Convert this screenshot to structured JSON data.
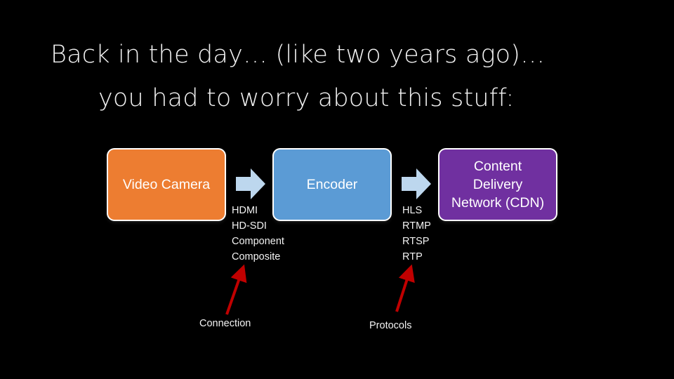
{
  "title": {
    "line1": "Back in the day… (like two years ago)…",
    "line2": "you had to worry about this stuff:"
  },
  "flow": {
    "nodes": [
      {
        "label": "Video Camera",
        "color": "#ED7D31"
      },
      {
        "label": "Encoder",
        "color": "#5B9BD5"
      },
      {
        "label_lines": [
          "Content",
          "Delivery",
          "Network (CDN)"
        ],
        "color": "#7030A0"
      }
    ],
    "arrow_color": "#BDD7EE"
  },
  "connections": {
    "items": [
      "HDMI",
      "HD-SDI",
      "Component",
      "Composite"
    ],
    "caption": "Connection"
  },
  "protocols": {
    "items": [
      "HLS",
      "RTMP",
      "RTSP",
      "RTP"
    ],
    "caption": "Protocols"
  },
  "pointer_color": "#C00000"
}
